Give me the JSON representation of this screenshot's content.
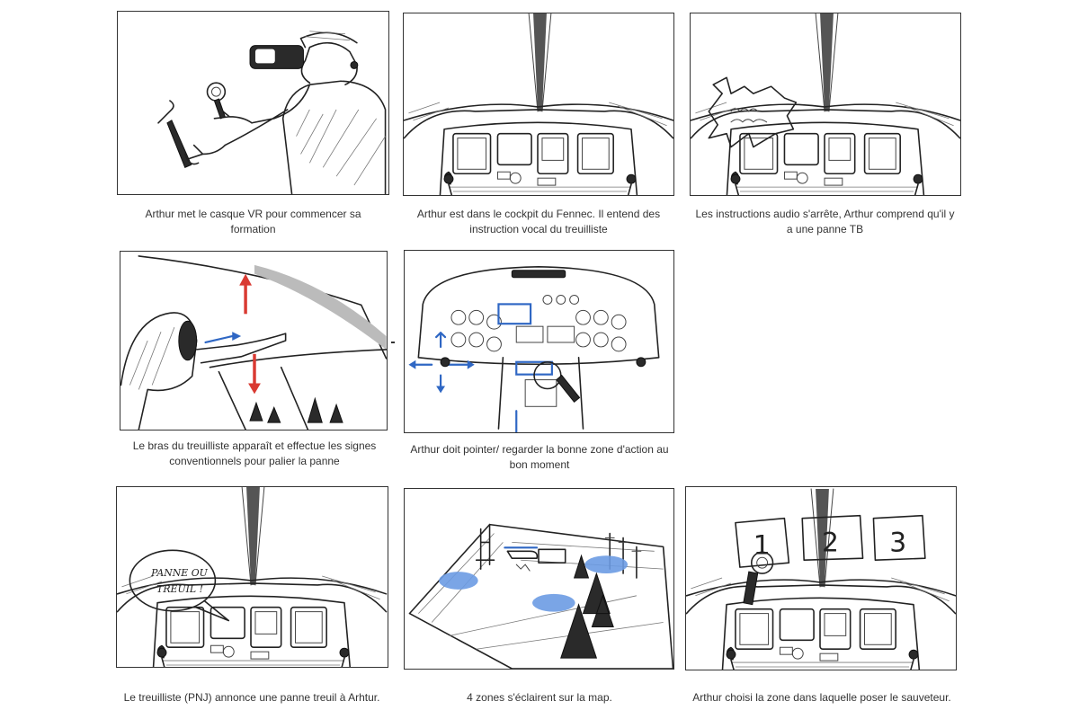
{
  "panels": [
    {
      "caption": "Arthur met le casque VR pour commencer sa formation"
    },
    {
      "caption": "Arthur est dans le cockpit du Fennec. Il entend des instruction vocal du treuilliste"
    },
    {
      "caption": "Les instructions audio s'arrête, Arthur comprend qu'il y a une panne TB"
    },
    {
      "caption": "Le bras du treuilliste apparaît et effectue les signes conventionnels pour palier la panne"
    },
    {
      "caption": "Arthur doit pointer/ regarder la bonne zone d'action au bon moment"
    },
    {
      "caption": "Le treuilliste (PNJ) annonce une panne treuil à Arhtur."
    },
    {
      "caption": "4 zones s'éclairent sur la map."
    },
    {
      "caption": "Arthur choisi la zone dans laquelle poser le sauveteur."
    }
  ],
  "speech": {
    "panne_line1": "PANNE OU",
    "panne_line2": "TREUIL !"
  },
  "zones": [
    "1",
    "2",
    "3"
  ]
}
